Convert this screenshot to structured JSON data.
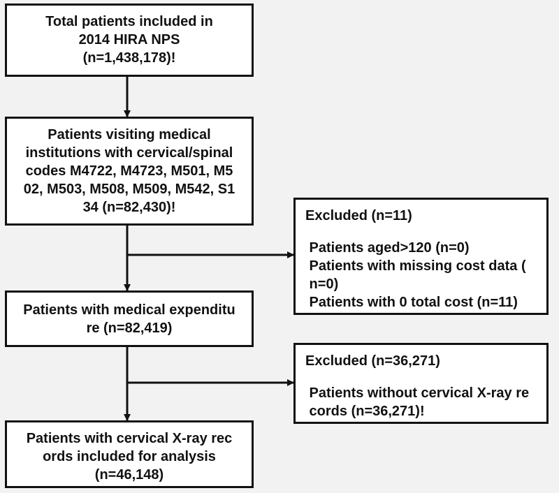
{
  "boxes": {
    "total": {
      "lines": [
        "Total patients included in",
        "2014 HIRA NPS",
        "(n=1,438,178)!"
      ]
    },
    "visiting": {
      "lines": [
        "Patients visiting medical",
        "institutions with cervical/spinal",
        "codes M4722, M4723, M501, M5",
        "02, M503, M508, M509, M542, S1",
        "34 (n=82,430)!"
      ]
    },
    "excluded1": {
      "title": "Excluded (n=11)",
      "lines": [
        " Patients aged>120 (n=0)",
        " Patients with missing cost data (",
        " n=0)",
        " Patients with 0 total cost (n=11)"
      ]
    },
    "expenditure": {
      "lines": [
        "Patients with medical expenditu",
        "re (n=82,419)"
      ]
    },
    "excluded2": {
      "title": "Excluded (n=36,271)",
      "lines": [
        " Patients without cervical X-ray re",
        " cords (n=36,271)!"
      ]
    },
    "final": {
      "lines": [
        "Patients with cervical X-ray rec",
        "ords included for analysis",
        "(n=46,148)"
      ]
    }
  },
  "colors": {
    "line": "#111111",
    "box_fill": "#ffffff",
    "background": "#f2f2f2"
  }
}
